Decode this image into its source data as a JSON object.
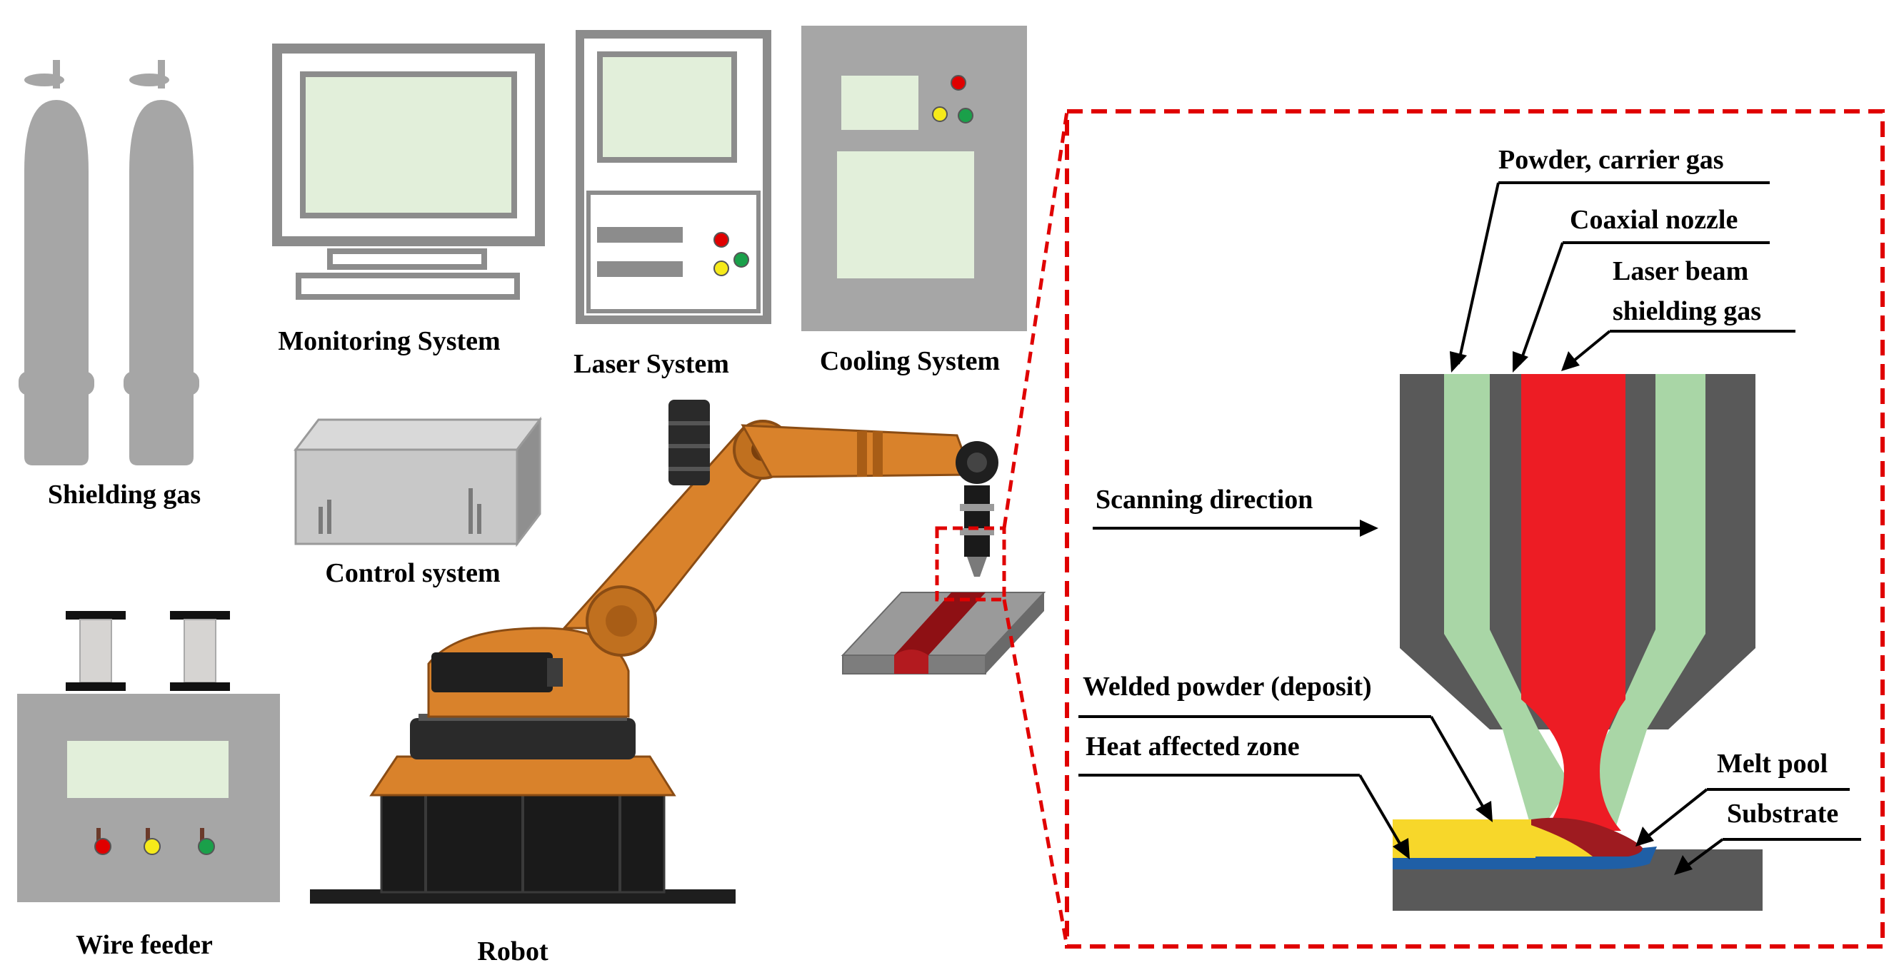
{
  "labels": {
    "shielding_gas": "Shielding gas",
    "monitoring_system": "Monitoring System",
    "laser_system": "Laser System",
    "cooling_system": "Cooling System",
    "control_system": "Control system",
    "wire_feeder": "Wire feeder",
    "robot": "Robot"
  },
  "detail": {
    "powder_carrier_gas": "Powder, carrier gas",
    "coaxial_nozzle": "Coaxial nozzle",
    "laser_beam_line1": "Laser beam",
    "laser_beam_line2": "shielding gas",
    "scanning_direction": "Scanning direction",
    "welded_powder": "Welded powder (deposit)",
    "heat_affected_zone": "Heat affected zone",
    "melt_pool": "Melt pool",
    "substrate": "Substrate"
  },
  "colors": {
    "equipment_gray": "#a6a6a6",
    "screen_green": "#e2efda",
    "nozzle_dark": "#595959",
    "powder_green": "#a9d6a6",
    "laser_red": "#ed1c24",
    "deposit_yellow": "#f7d72a",
    "haz_blue": "#1f5fa6",
    "melt_pool_dark_red": "#9e1b20",
    "robot_orange": "#d9822b",
    "callout_red": "#e00000",
    "led_red": "#e00000",
    "led_yellow": "#f6ea1a",
    "led_green": "#1aa04a"
  }
}
